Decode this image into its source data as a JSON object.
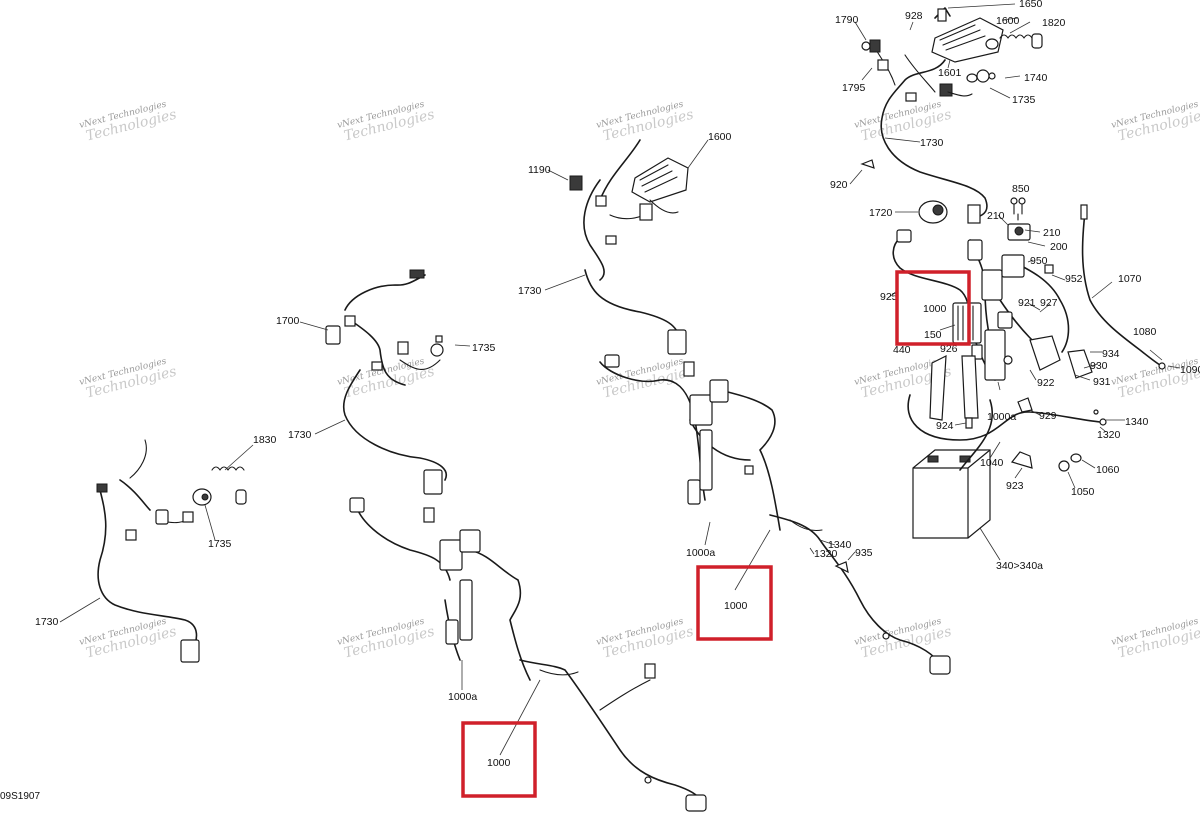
{
  "colors": {
    "highlight": "#d0202a",
    "line": "#1a1a1a",
    "watermark": "#c9c9c9"
  },
  "watermark": {
    "line1": "vNext Technologies",
    "line2": "vNext",
    "line3": "Technologies"
  },
  "figure_code": "09S1907",
  "labels": {
    "l1790": "1790",
    "l928": "928",
    "l1650": "1650",
    "l1600a": "1600",
    "l1820": "1820",
    "l1601": "1601",
    "l1740": "1740",
    "l1795": "1795",
    "l1735a": "1735",
    "l1730a": "1730",
    "l920": "920",
    "l850": "850",
    "l1720": "1720",
    "l210a": "210",
    "l210b": "210",
    "l200": "200",
    "l950": "950",
    "l925": "925",
    "l921": "921",
    "l927": "927",
    "l952": "952",
    "l1070": "1070",
    "l1000r": "1000",
    "l150": "150",
    "l926": "926",
    "l440": "440",
    "l1080": "1080",
    "l934": "934",
    "l930": "930",
    "l1090": "1090",
    "l922": "922",
    "l931": "931",
    "l1000a_r": "1000a",
    "l929": "929",
    "l924": "924",
    "l1340r": "1340",
    "l1320r": "1320",
    "l1040": "1040",
    "l1060": "1060",
    "l923": "923",
    "l1050": "1050",
    "l340": "340>340a",
    "l1190": "1190",
    "l1600b": "1600",
    "l1730b": "1730",
    "l1000a_m": "1000a",
    "l1340m": "1340",
    "l1320m": "1320",
    "l935": "935",
    "l1000m": "1000",
    "l1700": "1700",
    "l1735b": "1735",
    "l1730c": "1730",
    "l1000a_c": "1000a",
    "l1000c": "1000",
    "l1830": "1830",
    "l1735c": "1735",
    "l1730d": "1730"
  }
}
